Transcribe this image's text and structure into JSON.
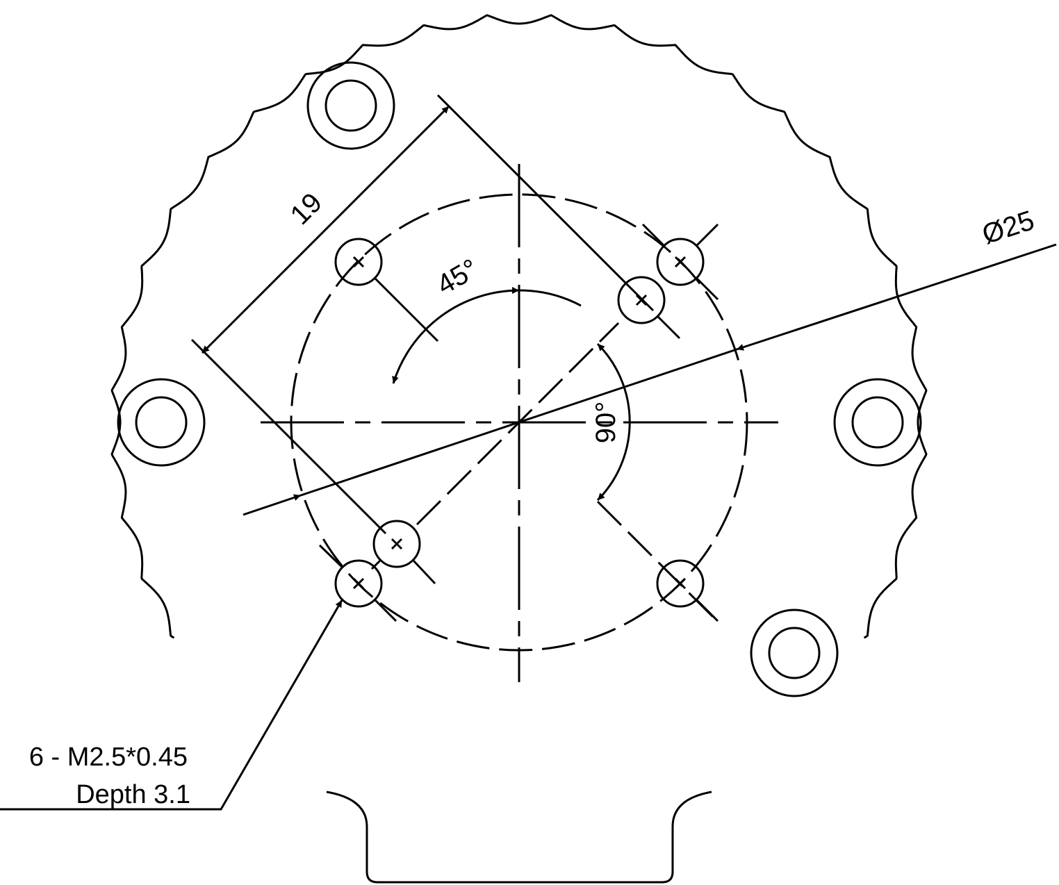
{
  "dimensions": {
    "hole_spacing": "19",
    "pitch_circle_diameter": "Ø25",
    "angle_small": "45°",
    "angle_large": "90°"
  },
  "callout": {
    "thread_line": "6 - M2.5*0.45",
    "depth_line": "Depth 3.1"
  },
  "colors": {
    "line": "#000000",
    "background": "#ffffff"
  }
}
